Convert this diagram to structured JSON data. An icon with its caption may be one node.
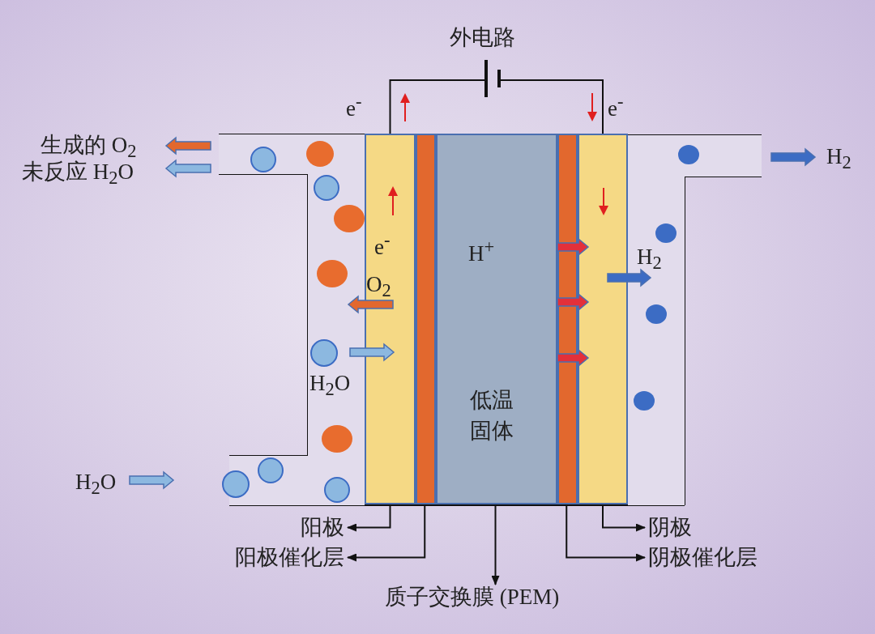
{
  "diagram": {
    "nodes": [
      {
        "text": [],
        "shape": "box"
      },
      {
        "text": [],
        "shape": "box"
      },
      {
        "text": [
          "H$^{+}$",
          "低温固体"
        ]
      },
      {
        "text": [],
        "shape": "box"
      },
      {
        "text": [],
        "shape": "box"
      },
      {
        "text": [
          "阳极"
        ]
      },
      {
        "text": [
          "阳极催化层"
        ]
      },
      {
        "text": [
          "质子交换膜 (PEM)"
        ]
      },
      {
        "text": [
          "阴极"
        ]
      },
      {
        "text": [
          "阴极催化层"
        ]
      },
      {
        "text": [],
        "shape": "battery",
        "beside": [
          "外电路"
        ]
      }
    ],
    "edges": [
      {
        "from": 0,
        "to": 5,
        "arrow": "to"
      },
      {
        "from": 1,
        "to": 6,
        "arrow": "to"
      },
      {
        "from": 2,
        "to": 7,
        "arrow": "to"
      },
      {
        "from": 4,
        "to": 8,
        "arrow": "to"
      },
      {
        "from": 3,
        "to": 9,
        "arrow": "to"
      },
      {
        "from": 0,
        "to": 10,
        "arrow": "none"
      },
      {
        "from": 10,
        "to": 4,
        "arrow": "none"
      },
      {
        "from": 2,
        "to": 4,
        "arrow": "to",
        "style": "thick",
        "color": "#e3303a"
      },
      {
        "from": 2,
        "to": 4,
        "arrow": "to",
        "style": "thick",
        "color": "#e3303a"
      },
      {
        "from": 2,
        "to": 4,
        "arrow": "to",
        "style": "thick",
        "color": "#e3303a"
      }
    ],
    "labels": [
      "e$^{-}$",
      "e$^{-}$",
      "生成的 O$_{2}$",
      "H$_{2}$",
      "未反应 H$_{2}$O",
      "e$^{-}$",
      "H$_{2}$",
      "O$_{2}$",
      "H$_{2}$O",
      "H$_{2}$O"
    ]
  }
}
